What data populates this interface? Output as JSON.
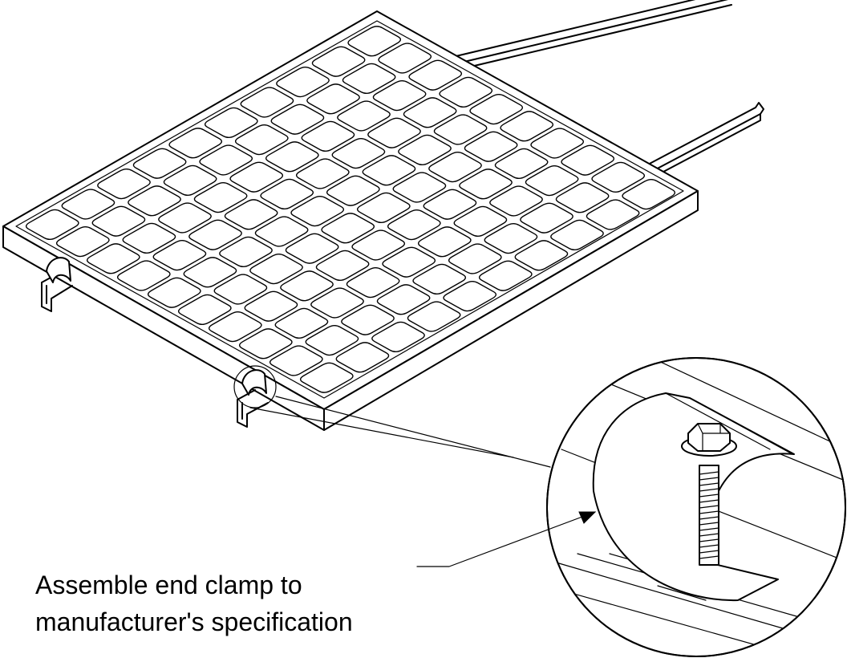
{
  "annotation": {
    "line1": "Assemble end clamp to",
    "line2": "manufacturer's specification"
  },
  "panel": {
    "rows": 10,
    "cols": 10
  }
}
